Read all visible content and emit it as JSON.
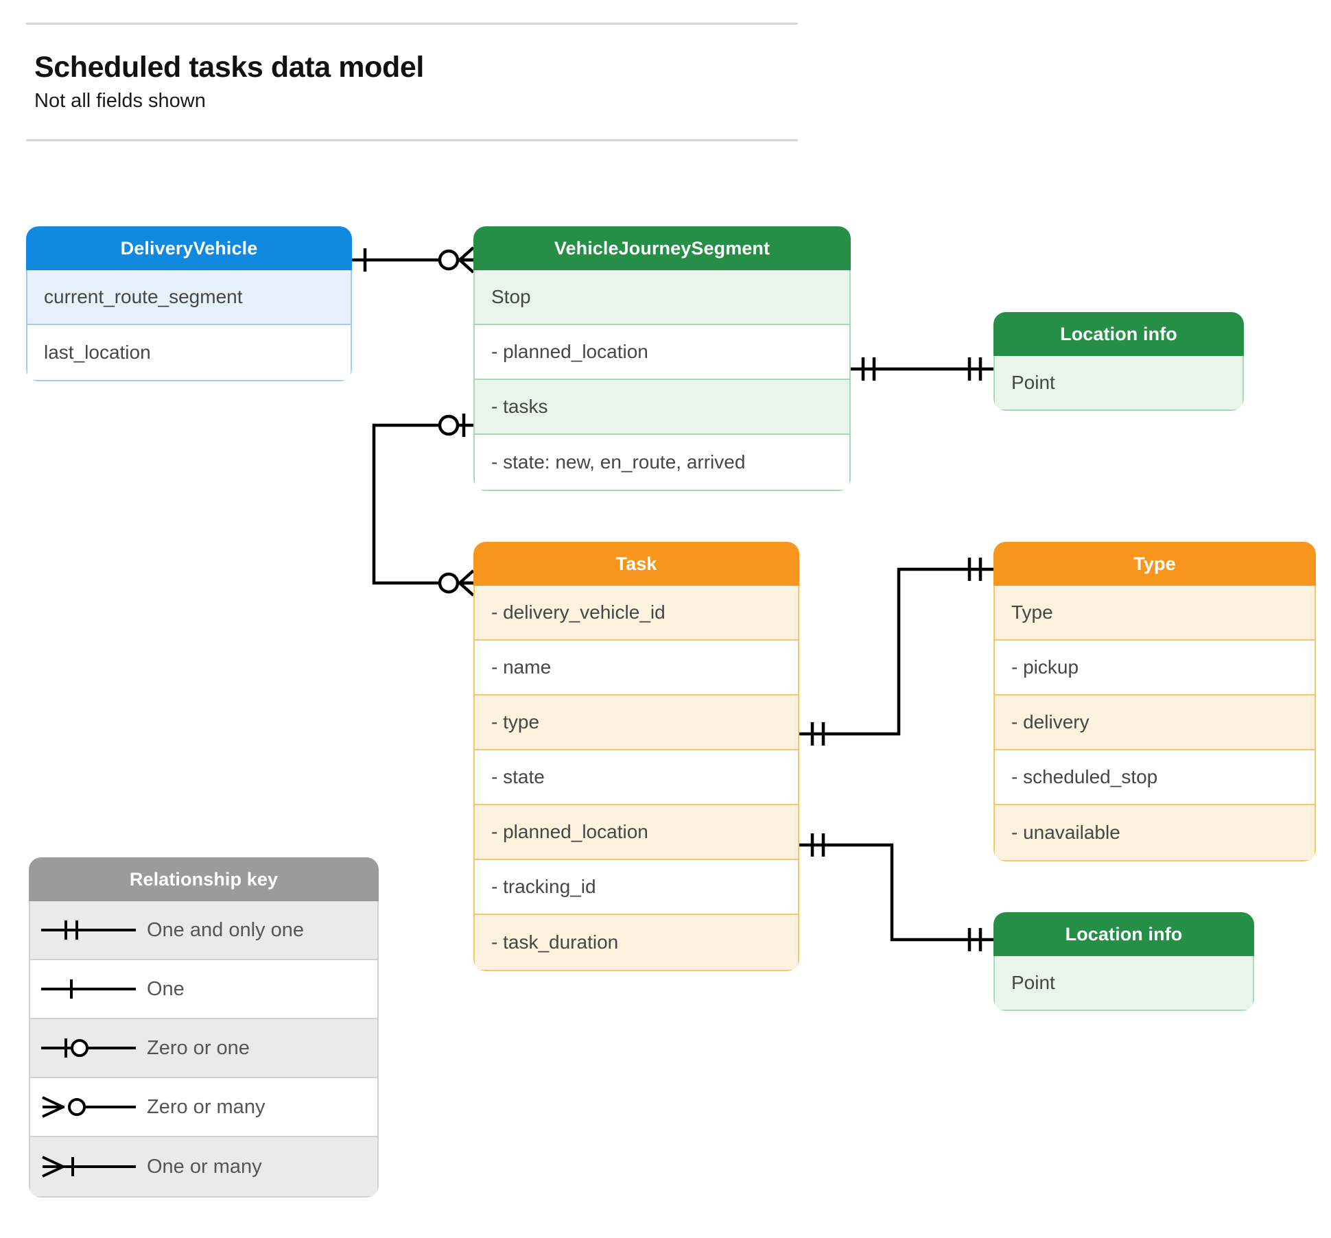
{
  "header": {
    "title": "Scheduled tasks data model",
    "subtitle": "Not all fields shown"
  },
  "entities": {
    "delivery_vehicle": {
      "title": "DeliveryVehicle",
      "color": "#1189e0",
      "rows": [
        "current_route_segment",
        "last_location"
      ]
    },
    "vehicle_journey_segment": {
      "title": "VehicleJourneySegment",
      "color": "#258f47",
      "rows": [
        "Stop",
        "-  planned_location",
        "- tasks",
        "- state: new, en_route, arrived"
      ]
    },
    "location_info_top": {
      "title": "Location info",
      "color": "#258f47",
      "rows": [
        "Point"
      ]
    },
    "task": {
      "title": "Task",
      "color": "#f7951d",
      "rows": [
        "- delivery_vehicle_id",
        "- name",
        "- type",
        "- state",
        "- planned_location",
        "- tracking_id",
        "- task_duration"
      ]
    },
    "type": {
      "title": "Type",
      "color": "#f7951d",
      "rows": [
        "Type",
        "-  pickup",
        "-  delivery",
        "-  scheduled_stop",
        "-  unavailable"
      ]
    },
    "location_info_bottom": {
      "title": "Location info",
      "color": "#258f47",
      "rows": [
        "Point"
      ]
    }
  },
  "legend": {
    "title": "Relationship key",
    "items": [
      {
        "symbol": "one-and-only-one",
        "label": "One and only one"
      },
      {
        "symbol": "one",
        "label": "One"
      },
      {
        "symbol": "zero-or-one",
        "label": "Zero or one"
      },
      {
        "symbol": "zero-or-many",
        "label": "Zero or many"
      },
      {
        "symbol": "one-or-many",
        "label": "One or many"
      }
    ]
  },
  "relationships": [
    {
      "from": "DeliveryVehicle",
      "to": "VehicleJourneySegment",
      "from_card": "one",
      "to_card": "zero-or-many"
    },
    {
      "from": "VehicleJourneySegment.planned_location",
      "to": "Location info",
      "from_card": "one-and-only-one",
      "to_card": "one-and-only-one"
    },
    {
      "from": "VehicleJourneySegment.tasks",
      "to": "Task",
      "from_card": "zero-or-one",
      "to_card": "zero-or-many"
    },
    {
      "from": "Task.type",
      "to": "Type",
      "from_card": "one-and-only-one",
      "to_card": "one-and-only-one"
    },
    {
      "from": "Task.planned_location",
      "to": "Location info",
      "from_card": "one-and-only-one",
      "to_card": "one-and-only-one"
    }
  ]
}
